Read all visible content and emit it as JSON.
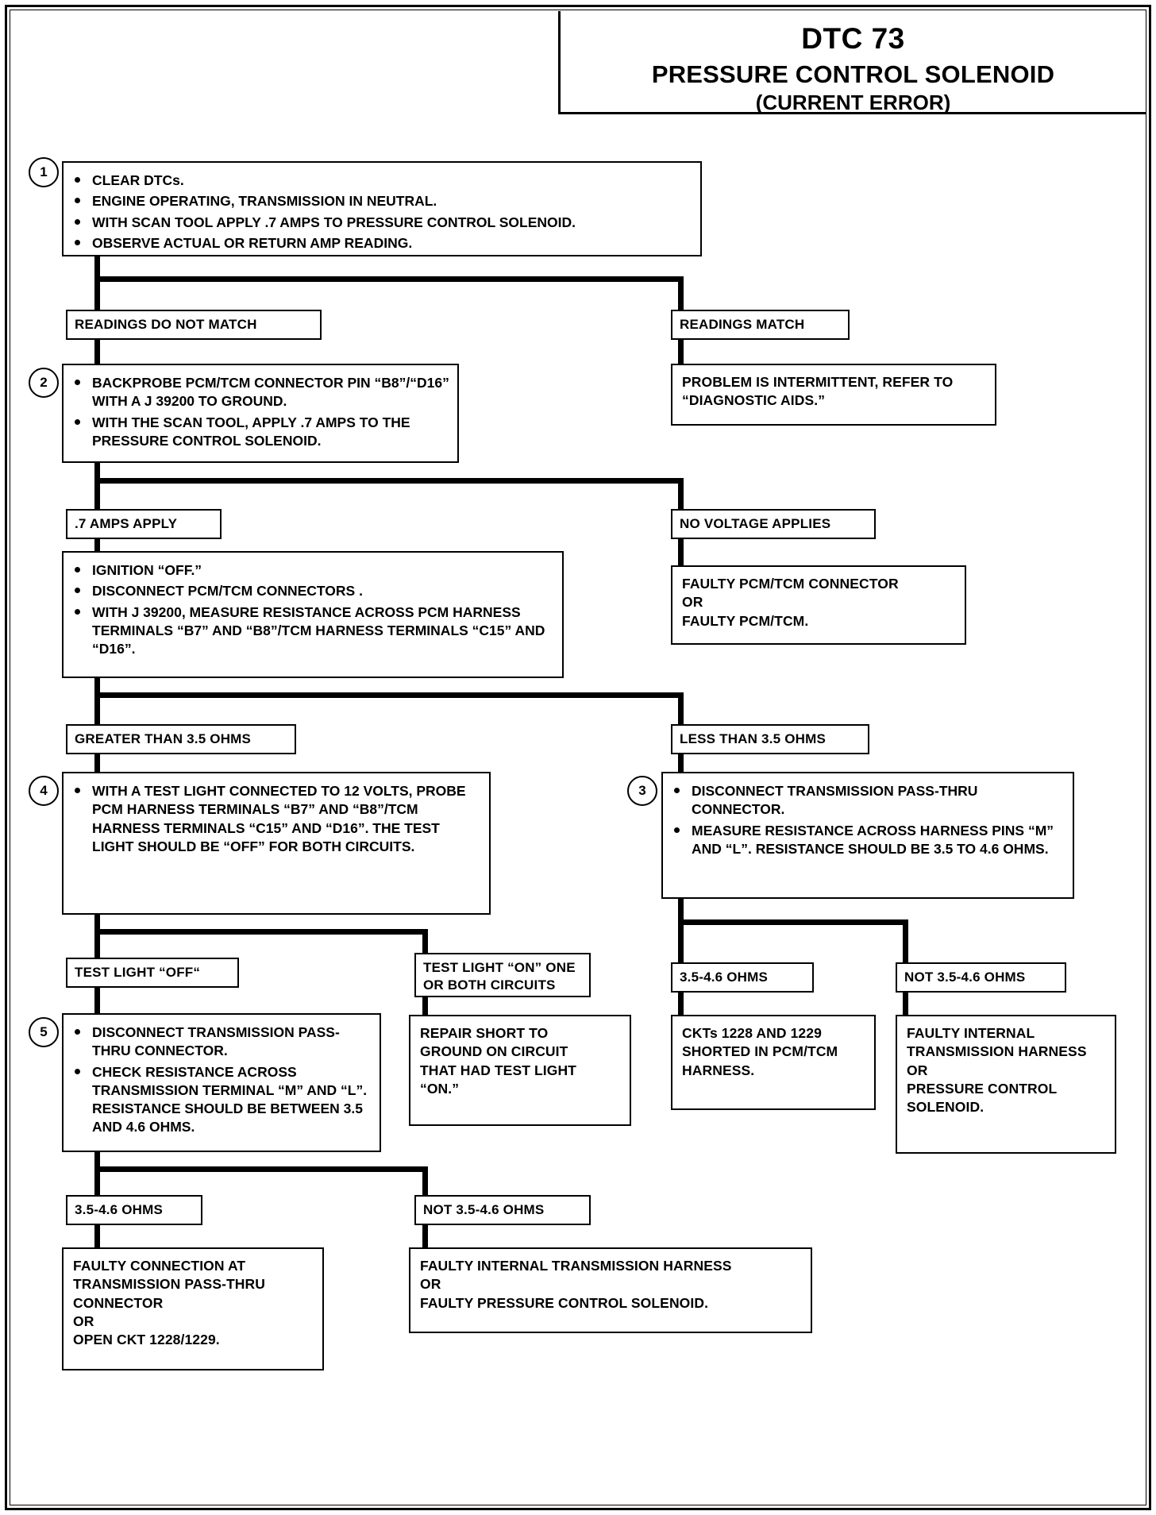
{
  "header": {
    "code": "DTC 73",
    "title": "PRESSURE CONTROL SOLENOID",
    "subtitle": "(CURRENT ERROR)"
  },
  "steps": {
    "s1": "1",
    "s2": "2",
    "s3": "3",
    "s4": "4",
    "s5": "5"
  },
  "box1": {
    "b1": "CLEAR DTCs.",
    "b2": "ENGINE OPERATING, TRANSMISSION IN NEUTRAL.",
    "b3": "WITH SCAN TOOL APPLY .7 AMPS TO  PRESSURE CONTROL SOLENOID.",
    "b4": "OBSERVE ACTUAL OR RETURN AMP READING."
  },
  "labels": {
    "readings_no_match": "READINGS DO NOT MATCH",
    "readings_match": "READINGS MATCH",
    "amps_apply": ".7 AMPS APPLY",
    "no_voltage": "NO VOLTAGE APPLIES",
    "greater_35": "GREATER THAN 3.5 OHMS",
    "less_35": "LESS THAN 3.5 OHMS",
    "test_light_off": "TEST LIGHT “OFF“",
    "test_light_on": "TEST LIGHT “ON” ONE OR BOTH CIRCUITS",
    "ohms_35_46_a": "3.5-4.6 OHMS",
    "ohms_not_35_46_a": "NOT 3.5-4.6 OHMS",
    "ohms_35_46_b": "3.5-4.6 OHMS",
    "ohms_not_35_46_b": "NOT 3.5-4.6 OHMS"
  },
  "box_intermittent": {
    "l1": "PROBLEM IS INTERMITTENT, REFER TO",
    "l2": "“DIAGNOSTIC AIDS.”"
  },
  "box2": {
    "b1": "BACKPROBE PCM/TCM CONNECTOR PIN “B8”/“D16” WITH A J 39200 TO GROUND.",
    "b2": "WITH THE SCAN TOOL, APPLY .7 AMPS TO THE PRESSURE CONTROL SOLENOID."
  },
  "box_faulty_pcm": {
    "l1": "FAULTY PCM/TCM CONNECTOR",
    "l2": "OR",
    "l3": "FAULTY PCM/TCM."
  },
  "box_ignition": {
    "b1": "IGNITION “OFF.”",
    "b2": "DISCONNECT PCM/TCM CONNECTORS .",
    "b3": "WITH J 39200, MEASURE RESISTANCE ACROSS PCM HARNESS TERMINALS “B7” AND “B8”/TCM HARNESS TERMINALS “C15” AND “D16”."
  },
  "box4": {
    "b1": "WITH A TEST LIGHT CONNECTED TO 12 VOLTS, PROBE PCM HARNESS TERMINALS “B7” AND “B8”/TCM HARNESS TERMINALS “C15” AND “D16”. THE TEST LIGHT SHOULD BE “OFF” FOR BOTH CIRCUITS."
  },
  "box3": {
    "b1": "DISCONNECT TRANSMISSION PASS-THRU CONNECTOR.",
    "b2": "MEASURE RESISTANCE ACROSS HARNESS PINS “M” AND “L”. RESISTANCE SHOULD BE 3.5 TO 4.6 OHMS."
  },
  "box5": {
    "b1": "DISCONNECT TRANSMISSION PASS-THRU CONNECTOR.",
    "b2": "CHECK RESISTANCE ACROSS TRANSMISSION TERMINAL “M” AND “L”. RESISTANCE SHOULD BE BETWEEN 3.5 AND 4.6 OHMS."
  },
  "box_repair_short": {
    "l1": "REPAIR SHORT TO",
    "l2": "GROUND ON CIRCUIT",
    "l3": "THAT HAD TEST LIGHT",
    "l4": "“ON.”"
  },
  "box_ckts_shorted": {
    "l1": "CKTs 1228 AND 1229",
    "l2": "SHORTED IN PCM/TCM",
    "l3": "HARNESS."
  },
  "box_faulty_internal_a": {
    "l1": "FAULTY INTERNAL",
    "l2": "TRANSMISSION HARNESS",
    "l3": "OR",
    "l4": "PRESSURE CONTROL",
    "l5": "SOLENOID."
  },
  "box_faulty_connection": {
    "l1": "FAULTY CONNECTION AT",
    "l2": "TRANSMISSION PASS-THRU",
    "l3": "CONNECTOR",
    "l4": "OR",
    "l5": "OPEN CKT 1228/1229."
  },
  "box_faulty_internal_b": {
    "l1": "FAULTY INTERNAL TRANSMISSION HARNESS",
    "l2": "OR",
    "l3": "FAULTY PRESSURE CONTROL SOLENOID."
  }
}
